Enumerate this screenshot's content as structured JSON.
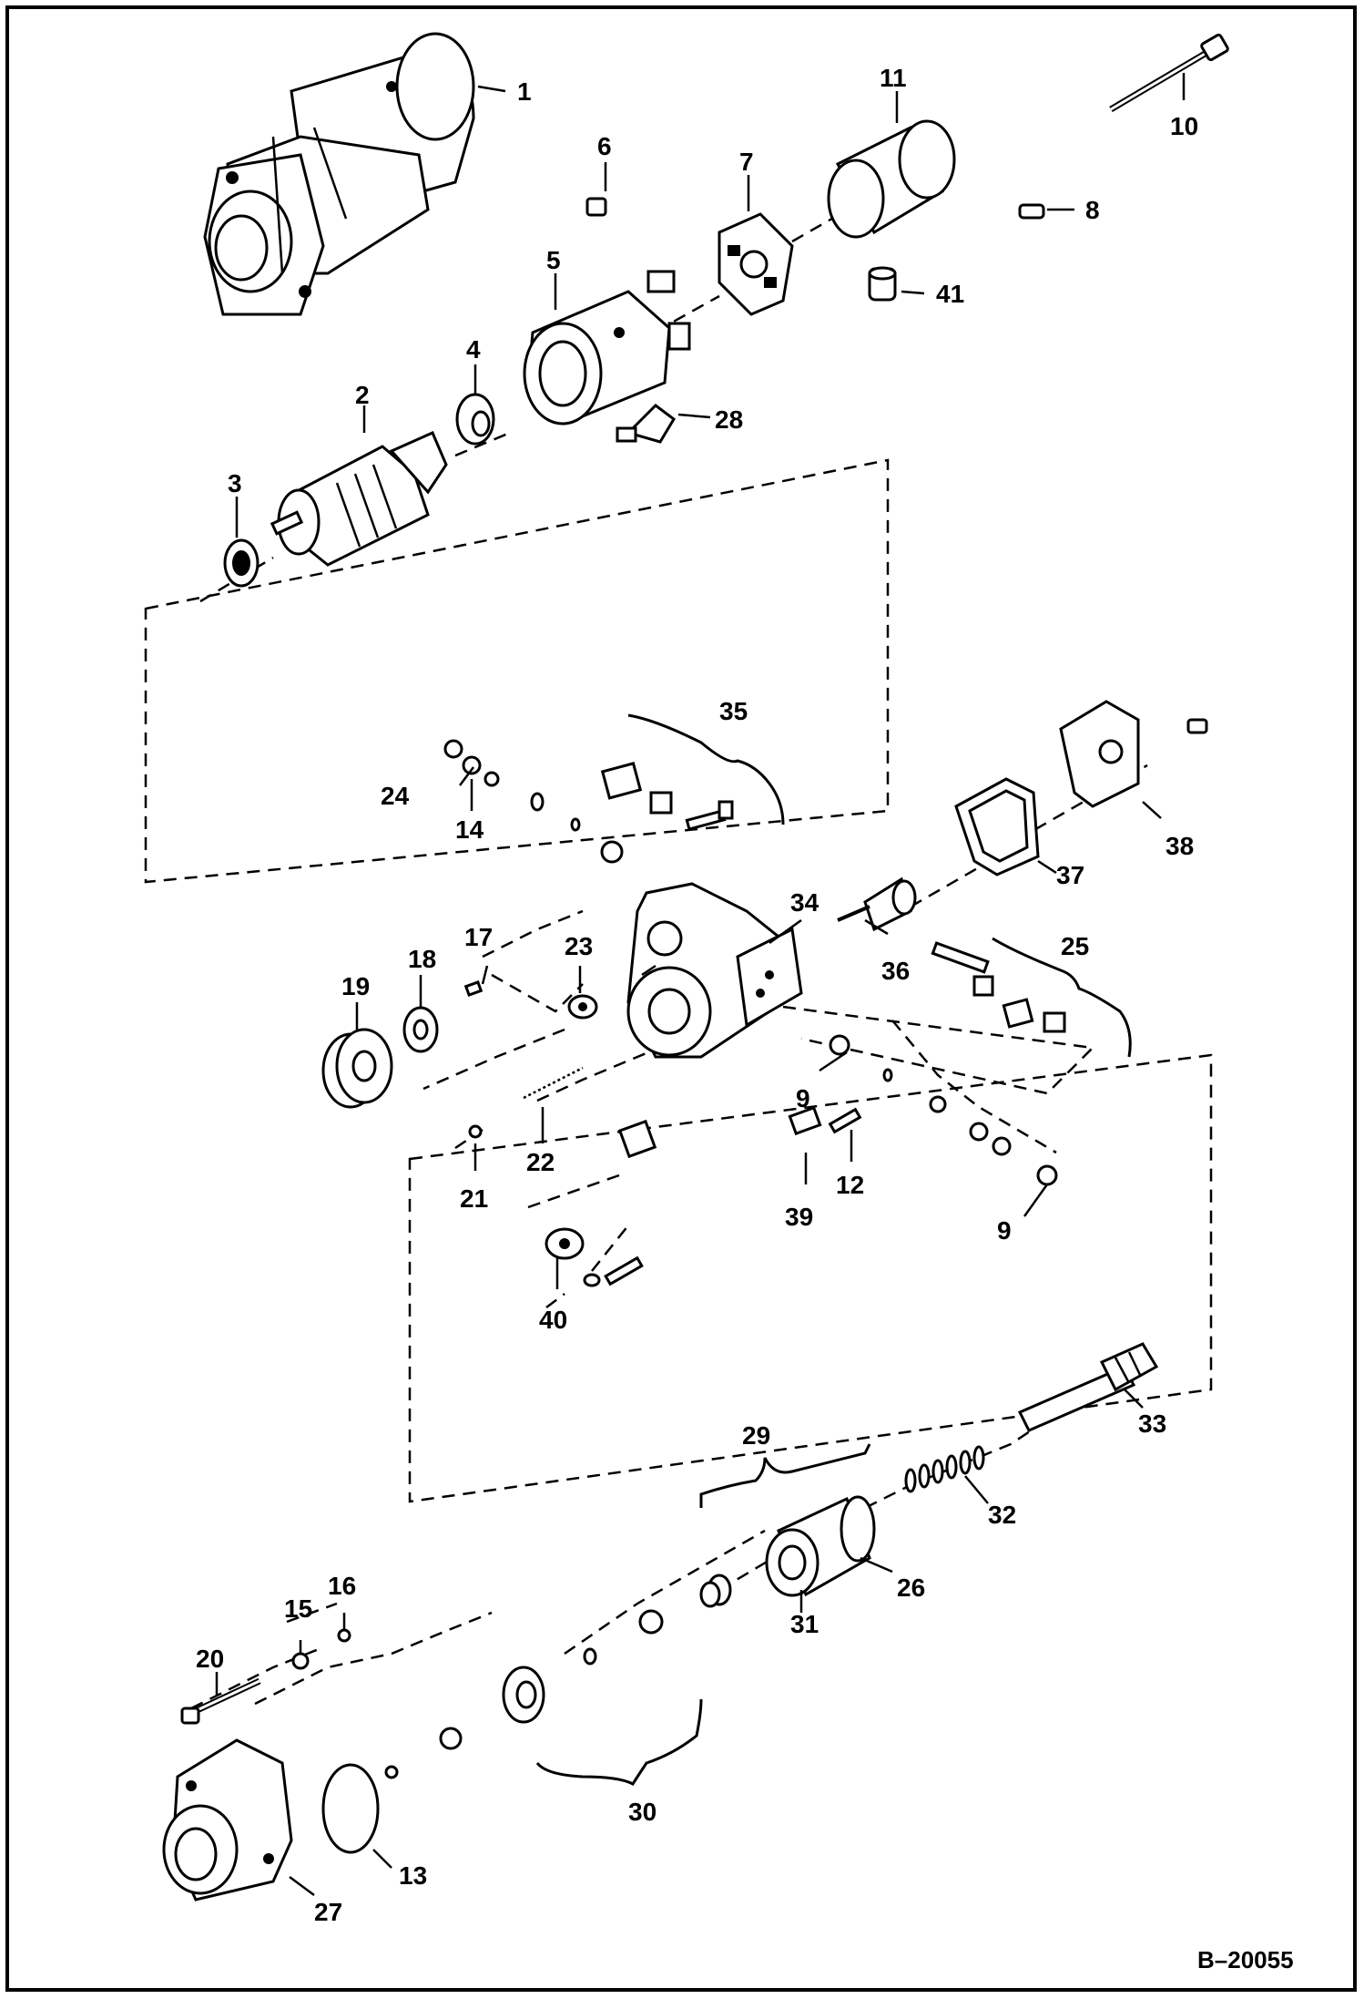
{
  "diagram": {
    "reference_code": "B–20055",
    "callouts": [
      "1",
      "2",
      "3",
      "4",
      "5",
      "6",
      "7",
      "8",
      "9",
      "9",
      "10",
      "11",
      "12",
      "13",
      "14",
      "15",
      "16",
      "17",
      "18",
      "19",
      "20",
      "21",
      "22",
      "23",
      "24",
      "25",
      "26",
      "27",
      "28",
      "29",
      "30",
      "31",
      "32",
      "33",
      "34",
      "35",
      "36",
      "37",
      "38",
      "39",
      "40",
      "41"
    ]
  }
}
